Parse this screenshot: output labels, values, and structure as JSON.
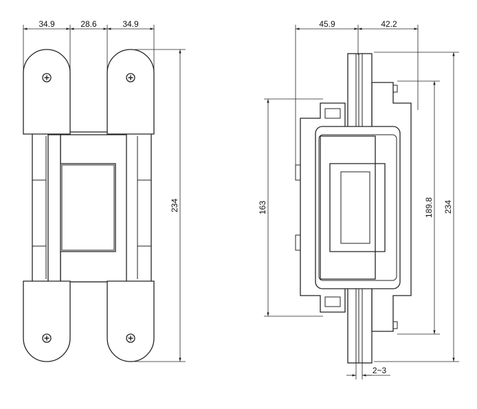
{
  "front_view": {
    "dims": {
      "top_left": "34.9",
      "top_middle": "28.6",
      "top_right": "34.9",
      "height": "234"
    }
  },
  "side_view": {
    "dims": {
      "top_left": "45.9",
      "top_right": "42.2",
      "left_height": "163",
      "inner_height": "189.8",
      "outer_height": "234",
      "gap": "2~3"
    }
  },
  "icons": [
    "screw-icon"
  ]
}
